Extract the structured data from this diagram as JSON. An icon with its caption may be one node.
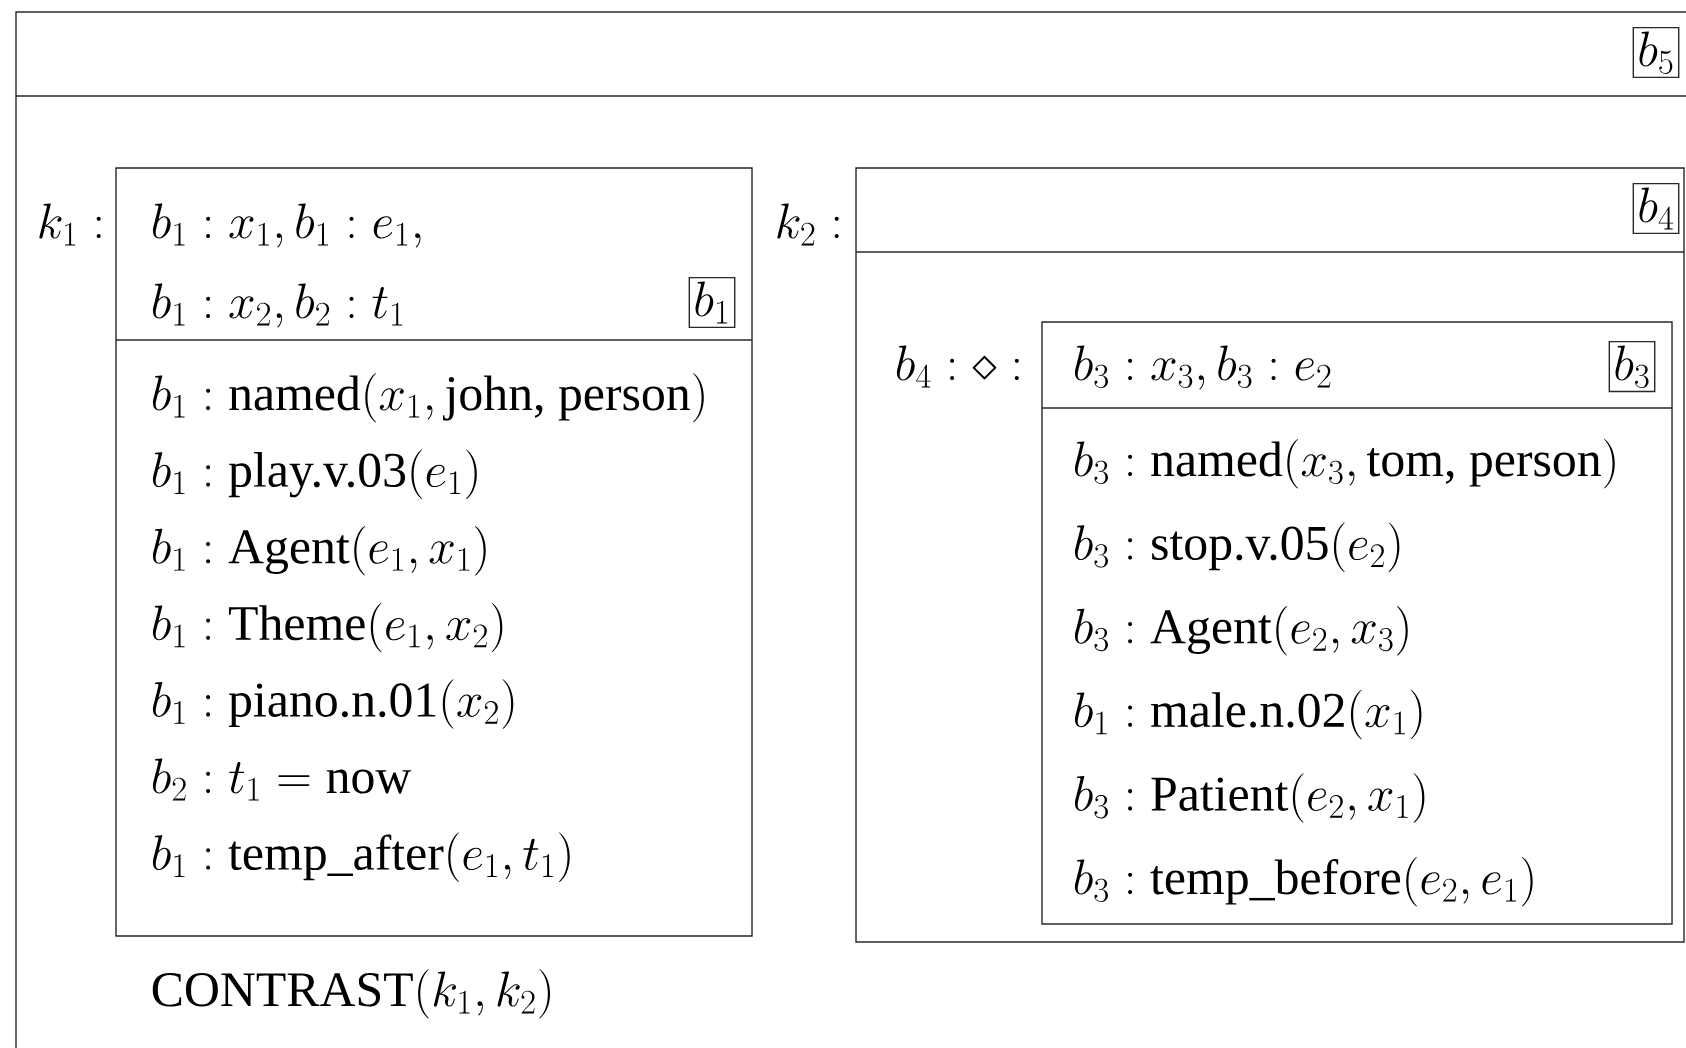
{
  "diagram": {
    "nodes": [
      {
        "text": [
          "b_5",
          "\\text{CONTRAST}(k_1, k_2)"
        ]
      },
      {
        "text": [
          "b_1 : x_1, b_1 : e_1,",
          "b_1 : x_2, b_2 : t_1",
          "b_1",
          "b_1 : \\text{named}(x_1, \\text{john, person})",
          "b_1 : \\text{play.v.03}(e_1)",
          "b_1 : \\text{Agent}(e_1, x_1)",
          "b_1 : \\text{Theme}(e_1, x_2)",
          "b_1 : \\text{piano.n.01}(x_2)",
          "b_2 : t_1 = \\text{now}",
          "b_1 : \\text{temp\\_after}(e_1,t_1)"
        ],
        "beside": [
          "k_1 :"
        ],
        "in": 0
      },
      {
        "text": [
          "b_4"
        ],
        "beside": [
          "k_2 :"
        ],
        "in": 0
      },
      {
        "text": [
          "b_3 : x_3, b_3 : e_2",
          "b_3",
          "b_3 : \\text{named}(x_3, \\text{tom, person})",
          "b_3 : \\text{stop.v.05}(e_2)",
          "b_3 : \\text{Agent}(e_2, x_3)",
          "b_1 : \\text{male.n.02}(x_1)",
          "b_3 : \\text{Patient}(e_2, x_1)",
          "b_3 : \\text{temp\\_before}(e_2,e_1)"
        ],
        "beside": [
          "b_4 : \\diamond :"
        ],
        "in": 2
      }
    ]
  }
}
